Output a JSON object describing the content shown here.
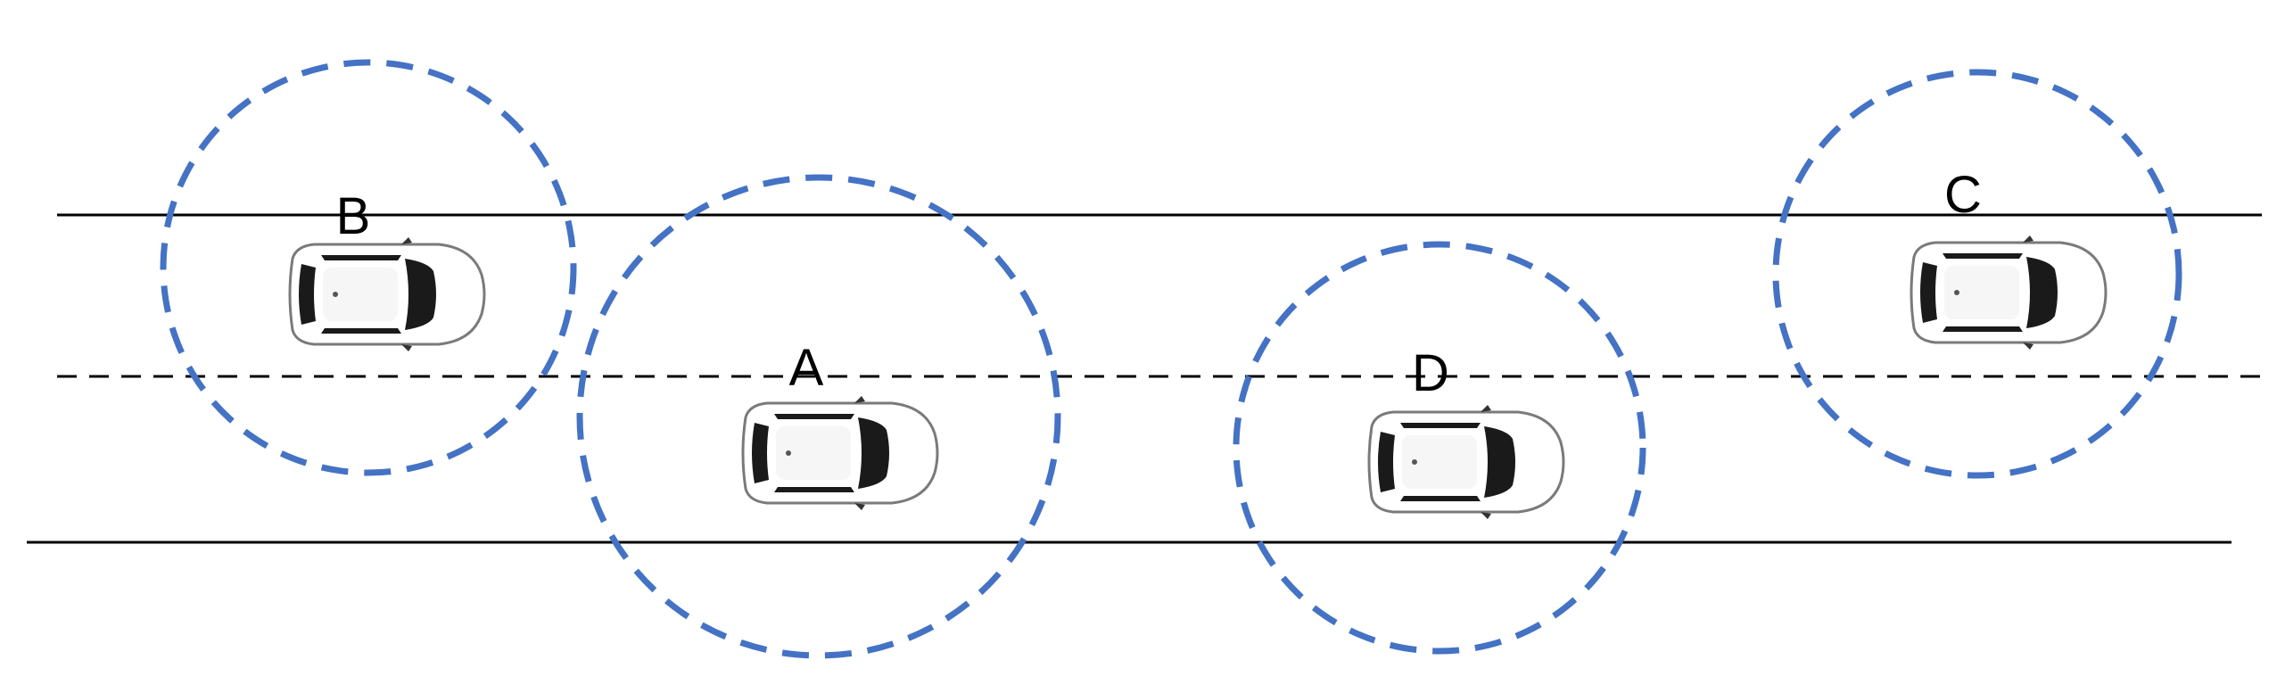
{
  "colors": {
    "road_line": "#000000",
    "range_circle": "#4472C4",
    "car_body": "#ffffff",
    "car_glass": "#1a1a1a",
    "car_outline": "#7a7a7a"
  },
  "road": {
    "upper_edge": "solid",
    "center_divider": "dashed",
    "lower_edge": "solid"
  },
  "vehicles": [
    {
      "id": "B",
      "label": "B",
      "lane": "upper",
      "heading": "right",
      "communication_range": "dashed-circle"
    },
    {
      "id": "A",
      "label": "A",
      "lane": "lower",
      "heading": "right",
      "communication_range": "dashed-circle"
    },
    {
      "id": "D",
      "label": "D",
      "lane": "lower",
      "heading": "right",
      "communication_range": "dashed-circle"
    },
    {
      "id": "C",
      "label": "C",
      "lane": "upper",
      "heading": "right",
      "communication_range": "dashed-circle"
    }
  ]
}
